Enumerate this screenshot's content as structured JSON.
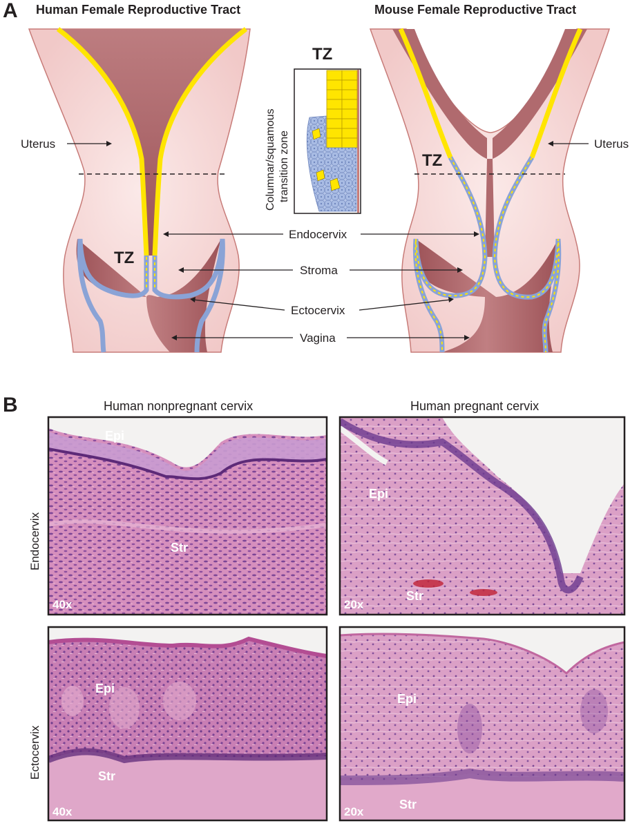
{
  "panel_a": {
    "letter": "A",
    "human_title": "Human Female Reproductive Tract",
    "mouse_title": "Mouse Female Reproductive Tract",
    "inset_title": "TZ",
    "inset_side_label_1": "Columnar/squamous",
    "inset_side_label_2": "transition zone",
    "human_tz": "TZ",
    "mouse_tz": "TZ",
    "uterus_left": "Uterus",
    "uterus_right": "Uterus",
    "endocervix": "Endocervix",
    "stroma": "Stroma",
    "ectocervix": "Ectocervix",
    "vagina": "Vagina"
  },
  "panel_b": {
    "letter": "B",
    "col_left": "Human nonpregnant cervix",
    "col_right": "Human pregnant cervix",
    "row_top": "Endocervix",
    "row_bottom": "Ectocervix",
    "images": [
      {
        "epi": "Epi",
        "str": "Str",
        "mag": "40x"
      },
      {
        "epi": "Epi",
        "str": "Str",
        "mag": "20x"
      },
      {
        "epi": "Epi",
        "str": "Str",
        "mag": "40x"
      },
      {
        "epi": "Epi",
        "str": "Str",
        "mag": "20x"
      }
    ]
  },
  "colors": {
    "tissue": "#f6d7d6",
    "lumen": "#b56a6e",
    "columnar": "#ffe500",
    "squamous": "#8aa3d6",
    "outline": "#c77b78",
    "he_pink": "#d58ab8",
    "he_purple": "#7a4595"
  }
}
